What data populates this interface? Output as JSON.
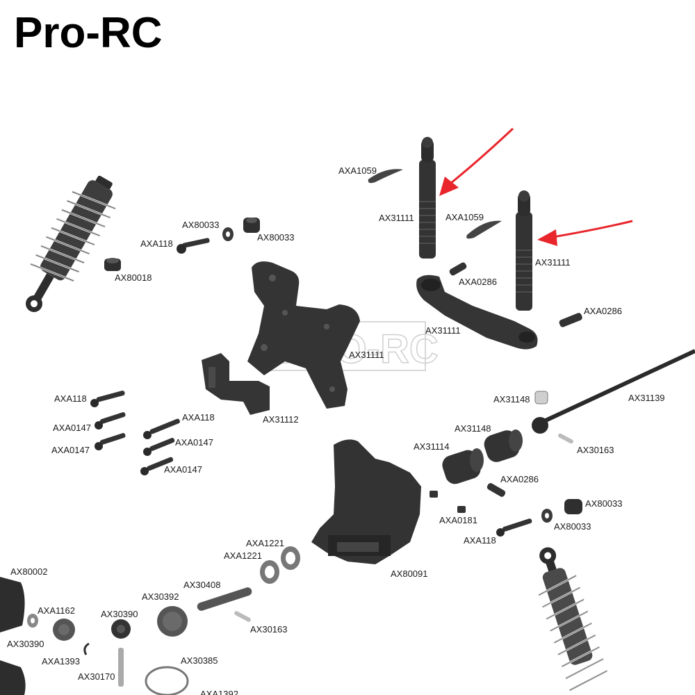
{
  "brand": {
    "title": "Pro-RC"
  },
  "watermark": {
    "text": "PRO-RC"
  },
  "colors": {
    "part": "#3a3a3a",
    "part_dark": "#2a2a2a",
    "arrow": "#e8252b",
    "label": "#1a1a1a"
  },
  "labels": {
    "axa1059_a": "AXA1059",
    "ax31111_post_a": "AX31111",
    "axa1059_b": "AXA1059",
    "ax31111_post_b": "AX31111",
    "ax80033_a": "AX80033",
    "ax80033_b": "AX80033",
    "axa118_a": "AXA118",
    "ax80018": "AX80018",
    "axa0286_a": "AXA0286",
    "axa0286_b": "AXA0286",
    "ax31111_mount": "AX31111",
    "ax31111_tower": "AX31111",
    "ax31112": "AX31112",
    "axa118_b": "AXA118",
    "axa0147_a": "AXA0147",
    "axa0147_b": "AXA0147",
    "axa118_c": "AXA118",
    "axa0147_c": "AXA0147",
    "axa0147_d": "AXA0147",
    "ax31148_a": "AX31148",
    "ax31139": "AX31139",
    "ax31148_b": "AX31148",
    "ax31114": "AX31114",
    "ax30163_a": "AX30163",
    "axa0286_c": "AXA0286",
    "axa0181": "AXA0181",
    "ax80033_c": "AX80033",
    "axa118_d": "AXA118",
    "ax80033_d": "AX80033",
    "axa1221_a": "AXA1221",
    "axa1221_b": "AXA1221",
    "ax80091": "AX80091",
    "ax80002": "AX80002",
    "ax30408": "AX30408",
    "ax30392": "AX30392",
    "axa1162": "AXA1162",
    "ax30390_a": "AX30390",
    "ax30390_b": "AX30390",
    "ax30163_b": "AX30163",
    "axa1393": "AXA1393",
    "ax30385": "AX30385",
    "ax30170": "AX30170",
    "axa1392": "AXA1392"
  }
}
